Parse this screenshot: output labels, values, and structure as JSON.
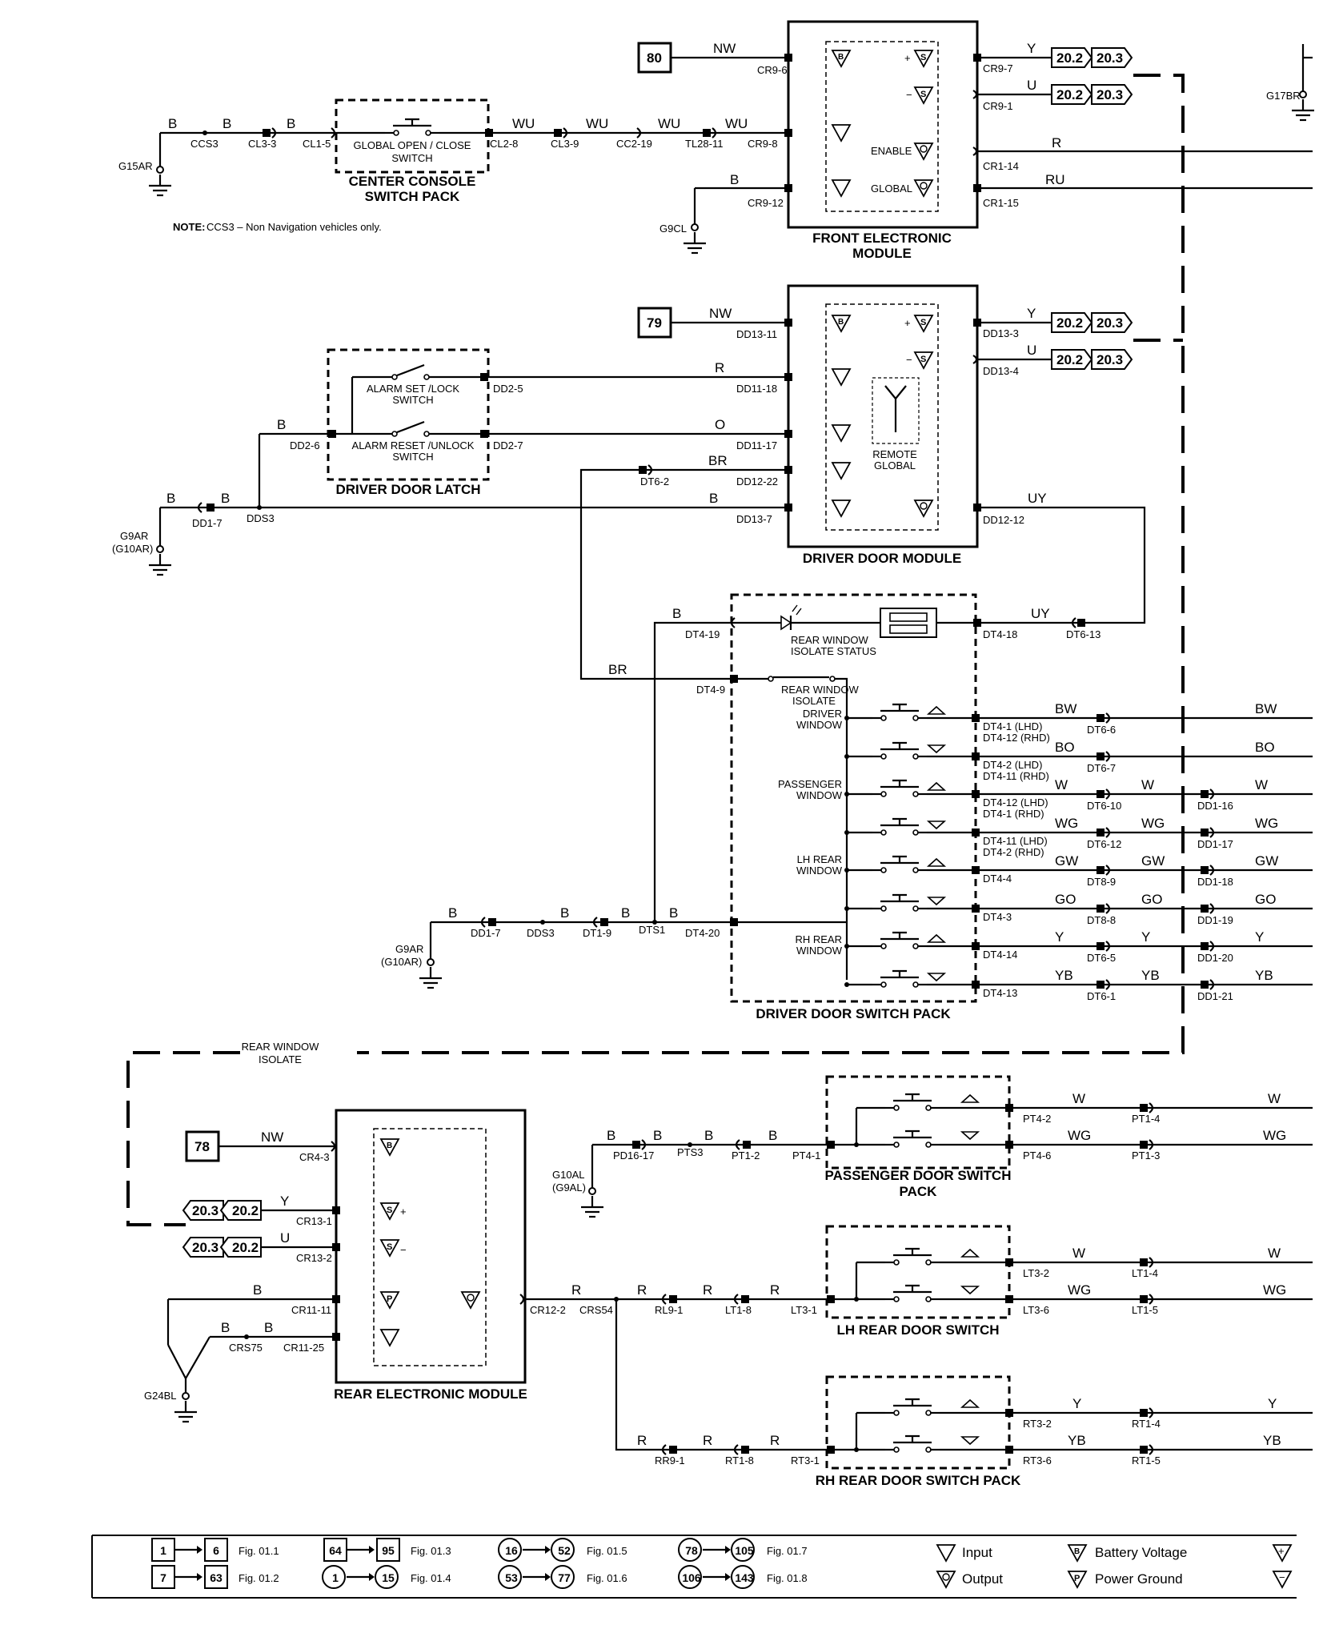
{
  "front_module": {
    "title": [
      "FRONT ELECTRONIC",
      "MODULE"
    ],
    "ref": "80",
    "wires": [
      "NW",
      "Y",
      "U",
      "R",
      "RU",
      "WU",
      "WU",
      "WU",
      "WU",
      "B"
    ],
    "connectors": [
      "CR9-6",
      "CR9-7",
      "CR9-1",
      "CR1-14",
      "CR1-15",
      "CR9-8",
      "CR9-12"
    ],
    "pin_labels": [
      "ENABLE",
      "GLOBAL"
    ],
    "targets": [
      "20.2",
      "20.3"
    ],
    "ground": "G9CL",
    "top_right_ground": "G17BR"
  },
  "console": {
    "title": [
      "CENTER CONSOLE",
      "SWITCH PACK"
    ],
    "switch": [
      "GLOBAL OPEN / CLOSE",
      "SWITCH"
    ],
    "wires": [
      "B",
      "B",
      "B"
    ],
    "connectors": [
      "CCS3",
      "CL3-3",
      "CL1-5",
      "CL2-8",
      "CL3-9",
      "CC2-19",
      "TL28-11"
    ],
    "ground": "G15AR",
    "note_bold": "NOTE:",
    "note": "CCS3 – Non Navigation vehicles only."
  },
  "driver_module": {
    "title": "DRIVER DOOR MODULE",
    "ref": "79",
    "wires": [
      "NW",
      "Y",
      "U",
      "R",
      "O",
      "BR",
      "B",
      "UY",
      "B",
      "B",
      "B"
    ],
    "connectors": [
      "DD13-11",
      "DD13-3",
      "DD13-4",
      "DD11-18",
      "DD11-17",
      "DD12-22",
      "DD13-7",
      "DD12-12",
      "DT6-2",
      "DD1-7",
      "DDS3"
    ],
    "remote": [
      "REMOTE",
      "GLOBAL"
    ],
    "ground": [
      "G9AR",
      "(G10AR)"
    ]
  },
  "latch": {
    "title": "DRIVER DOOR LATCH",
    "switch1": [
      "ALARM SET /LOCK",
      "SWITCH"
    ],
    "switch2": [
      "ALARM RESET /UNLOCK",
      "SWITCH"
    ],
    "connectors": [
      "DD2-5",
      "DD2-7",
      "DD2-6"
    ]
  },
  "switch_pack": {
    "title": "DRIVER DOOR SWITCH PACK",
    "status": [
      "REAR WINDOW",
      "ISOLATE STATUS"
    ],
    "isolate": [
      "REAR WINDOW",
      "ISOLATE"
    ],
    "groups": [
      [
        "DRIVER",
        "WINDOW"
      ],
      [
        "PASSENGER",
        "WINDOW"
      ],
      [
        "LH REAR",
        "WINDOW"
      ],
      [
        "RH REAR",
        "WINDOW"
      ]
    ],
    "top_wires": [
      "B",
      "UY",
      "BR"
    ],
    "top_connectors": [
      "DT4-19",
      "DT4-18",
      "DT6-13",
      "DT4-9"
    ],
    "rows": [
      {
        "pin1": "DT4-1 (LHD)",
        "pin2": "DT4-12 (RHD)",
        "wire": "BW",
        "conn": "DT6-6",
        "wire2": "",
        "conn2": "",
        "wire3": "BW"
      },
      {
        "pin1": "DT4-2 (LHD)",
        "pin2": "DT4-11 (RHD)",
        "wire": "BO",
        "conn": "DT6-7",
        "wire2": "",
        "conn2": "",
        "wire3": "BO"
      },
      {
        "pin1": "DT4-12 (LHD)",
        "pin2": "DT4-1 (RHD)",
        "wire": "W",
        "conn": "DT6-10",
        "wire2": "W",
        "conn2": "DD1-16",
        "wire3": "W"
      },
      {
        "pin1": "DT4-11 (LHD)",
        "pin2": "DT4-2 (RHD)",
        "wire": "WG",
        "conn": "DT6-12",
        "wire2": "WG",
        "conn2": "DD1-17",
        "wire3": "WG"
      },
      {
        "pin1": "DT4-4",
        "pin2": "",
        "wire": "GW",
        "conn": "DT8-9",
        "wire2": "GW",
        "conn2": "DD1-18",
        "wire3": "GW"
      },
      {
        "pin1": "DT4-3",
        "pin2": "",
        "wire": "GO",
        "conn": "DT8-8",
        "wire2": "GO",
        "conn2": "DD1-19",
        "wire3": "GO"
      },
      {
        "pin1": "DT4-14",
        "pin2": "",
        "wire": "Y",
        "conn": "DT6-5",
        "wire2": "Y",
        "conn2": "DD1-20",
        "wire3": "Y"
      },
      {
        "pin1": "DT4-13",
        "pin2": "",
        "wire": "YB",
        "conn": "DT6-1",
        "wire2": "YB",
        "conn2": "DD1-21",
        "wire3": "YB"
      }
    ],
    "ground_wires": [
      "B",
      "B",
      "B",
      "B"
    ],
    "ground_connectors": [
      "DD1-7",
      "DDS3",
      "DT1-9",
      "DTS1",
      "DT4-20"
    ],
    "ground": [
      "G9AR",
      "(G10AR)"
    ]
  },
  "rear_isolate": [
    "REAR WINDOW",
    "ISOLATE"
  ],
  "rear_module": {
    "title": "REAR ELECTRONIC MODULE",
    "ref": "78",
    "wires": [
      "NW",
      "Y",
      "U",
      "B",
      "B",
      "B",
      "R"
    ],
    "connectors": [
      "CR4-3",
      "CR13-1",
      "CR13-2",
      "CR11-11",
      "CR11-25",
      "CRS75",
      "CR12-2",
      "CRS54"
    ],
    "ground": "G24BL"
  },
  "passenger_pack": {
    "title": [
      "PASSENGER DOOR SWITCH",
      "PACK"
    ],
    "wires_in": [
      "B",
      "B",
      "B",
      "B"
    ],
    "connectors_in": [
      "PD16-17",
      "PTS3",
      "PT1-2",
      "PT4-1"
    ],
    "ground": [
      "G10AL",
      "(G9AL)"
    ],
    "out": [
      {
        "pin": "PT4-2",
        "wire": "W",
        "conn": "PT1-4",
        "wire2": "W"
      },
      {
        "pin": "PT4-6",
        "wire": "WG",
        "conn": "PT1-3",
        "wire2": "WG"
      }
    ]
  },
  "lh_rear": {
    "title": "LH REAR DOOR SWITCH",
    "wires_in": [
      "R",
      "R",
      "R"
    ],
    "connectors_in": [
      "RL9-1",
      "LT1-8",
      "LT3-1"
    ],
    "out": [
      {
        "pin": "LT3-2",
        "wire": "W",
        "conn": "LT1-4",
        "wire2": "W"
      },
      {
        "pin": "LT3-6",
        "wire": "WG",
        "conn": "LT1-5",
        "wire2": "WG"
      }
    ]
  },
  "rh_rear": {
    "title": "RH REAR DOOR SWITCH PACK",
    "wires_in": [
      "R",
      "R",
      "R"
    ],
    "connectors_in": [
      "RR9-1",
      "RT1-8",
      "RT3-1"
    ],
    "out": [
      {
        "pin": "RT3-2",
        "wire": "Y",
        "conn": "RT1-4",
        "wire2": "Y"
      },
      {
        "pin": "RT3-6",
        "wire": "YB",
        "conn": "RT1-5",
        "wire2": "YB"
      }
    ]
  },
  "legend": {
    "refs": [
      {
        "a": "1",
        "b": "6",
        "fig": "Fig. 01.1"
      },
      {
        "a": "7",
        "b": "63",
        "fig": "Fig. 01.2"
      },
      {
        "a": "64",
        "b": "95",
        "fig": "Fig. 01.3"
      },
      {
        "a": "1",
        "b": "15",
        "fig": "Fig. 01.4"
      },
      {
        "a": "16",
        "b": "52",
        "fig": "Fig. 01.5"
      },
      {
        "a": "53",
        "b": "77",
        "fig": "Fig. 01.6"
      },
      {
        "a": "78",
        "b": "105",
        "fig": "Fig. 01.7"
      },
      {
        "a": "106",
        "b": "143",
        "fig": "Fig. 01.8"
      }
    ],
    "input": "Input",
    "output": "Output",
    "battery": "Battery Voltage",
    "power_ground": "Power Ground"
  }
}
